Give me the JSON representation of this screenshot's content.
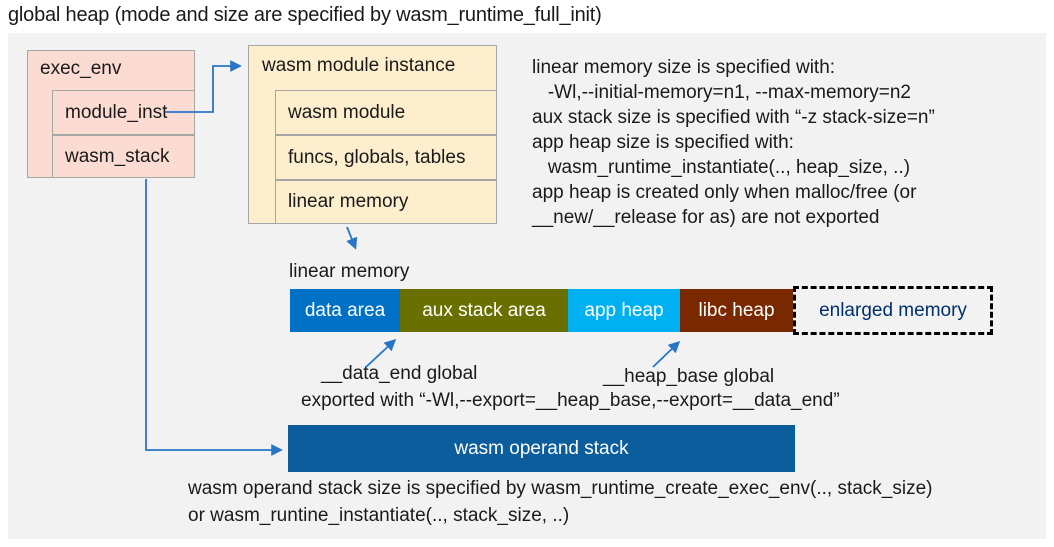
{
  "title": "global heap (mode and size are specified by wasm_runtime_full_init)",
  "exec_env": {
    "header": "exec_env",
    "rows": [
      "module_inst",
      "wasm_stack"
    ]
  },
  "module_instance": {
    "header": "wasm module instance",
    "rows": [
      "wasm module",
      "funcs, globals, tables",
      "linear memory"
    ]
  },
  "notes": {
    "lines": [
      "linear memory size is specified with:",
      "   -Wl,--initial-memory=n1, --max-memory=n2",
      "aux stack size is specified with “-z stack-size=n”",
      "app heap size is specified with:",
      "   wasm_runtime_instantiate(.., heap_size, ..)",
      "app heap is created only when malloc/free (or",
      "__new/__release for as) are not exported"
    ]
  },
  "linear_memory": {
    "label": "linear memory",
    "segments": [
      {
        "label": "data area",
        "color": "#0071c5"
      },
      {
        "label": "aux stack area",
        "color": "#6a7000"
      },
      {
        "label": "app heap",
        "color": "#00b0f0"
      },
      {
        "label": "libc heap",
        "color": "#7a2800"
      }
    ],
    "enlarged": {
      "label": "enlarged memory",
      "text_color": "#00306b"
    }
  },
  "annotations": {
    "data_end": "__data_end global",
    "heap_base": "__heap_base global",
    "export_line": "exported with “-Wl,--export=__heap_base,--export=__data_end”"
  },
  "operand_stack": {
    "label": "wasm operand stack",
    "color": "#0b5d9c",
    "caption_line1": "wasm operand stack size is specified by wasm_runtime_create_exec_env(.., stack_size)",
    "caption_line2": "or wasm_runtine_instantiate(.., stack_size, ..)"
  },
  "colors": {
    "panel_bg": "#f2f2f2",
    "exec_env_fill": "#fcdcd2",
    "module_instance_fill": "#fdeecd",
    "box_border": "#a6a6a6",
    "arrow_blue": "#2776c6",
    "enlarged_text": "#00306b"
  }
}
